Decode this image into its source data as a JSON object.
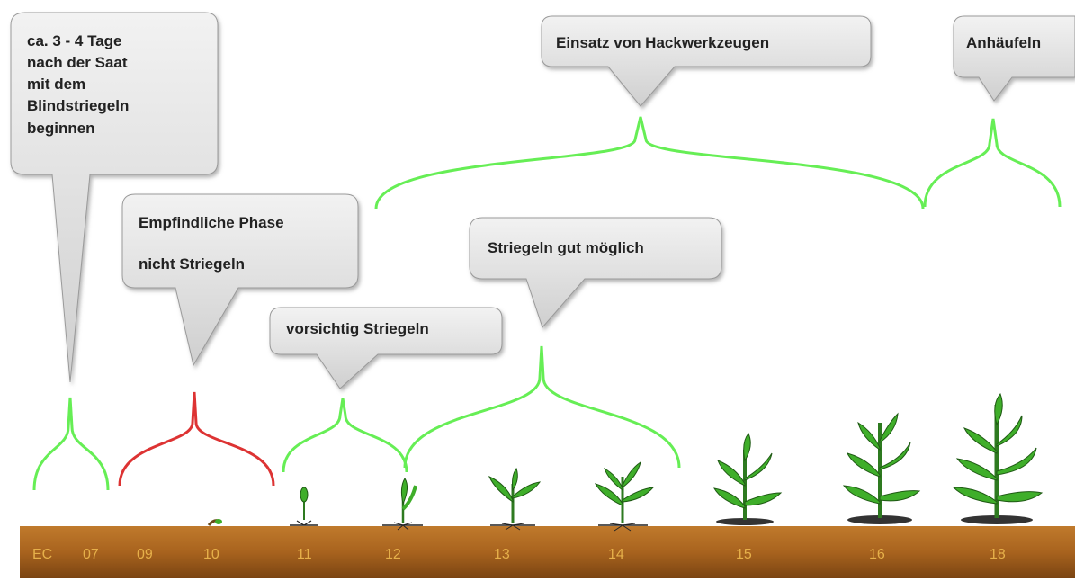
{
  "callouts": {
    "blind": "ca. 3 - 4 Tage\nnach der Saat\nmit dem\nBlindstriegeln\nbeginnen",
    "sensitive_line1": "Empfindliche Phase",
    "sensitive_line2": "nicht Striegeln",
    "careful": "vorsichtig Striegeln",
    "good": "Striegeln gut möglich",
    "hoe": "Einsatz von Hackwerkzeugen",
    "hill": "Anhäufeln"
  },
  "timeline": {
    "prefix": "EC",
    "stages": [
      "07",
      "09",
      "10",
      "11",
      "12",
      "13",
      "14",
      "15",
      "16",
      "18"
    ]
  },
  "colors": {
    "ok_brace": "#66ee55",
    "no_brace": "#dd3333",
    "callout_fill": "#d9d9d9",
    "soil_bar": "#a8631e",
    "label_text": "#e6b04a",
    "plant": "#3fae2a"
  }
}
